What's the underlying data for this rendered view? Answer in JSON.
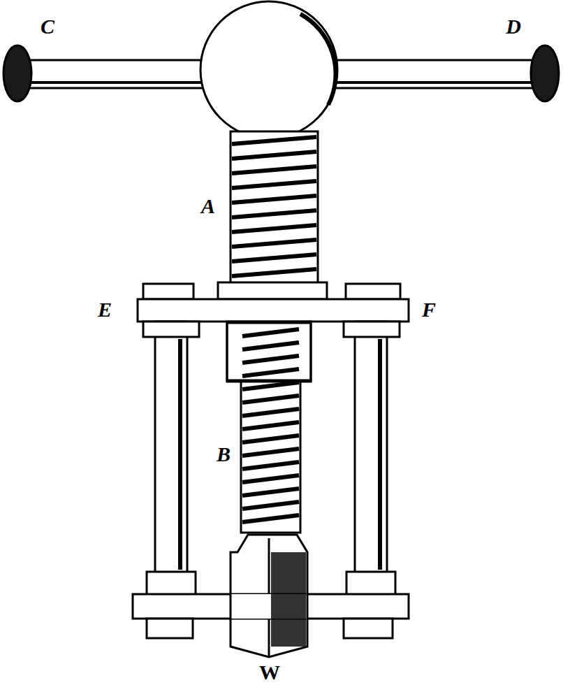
{
  "diagram": {
    "labels": [
      "C",
      "D",
      "A",
      "E",
      "F",
      "B",
      "W"
    ]
  }
}
